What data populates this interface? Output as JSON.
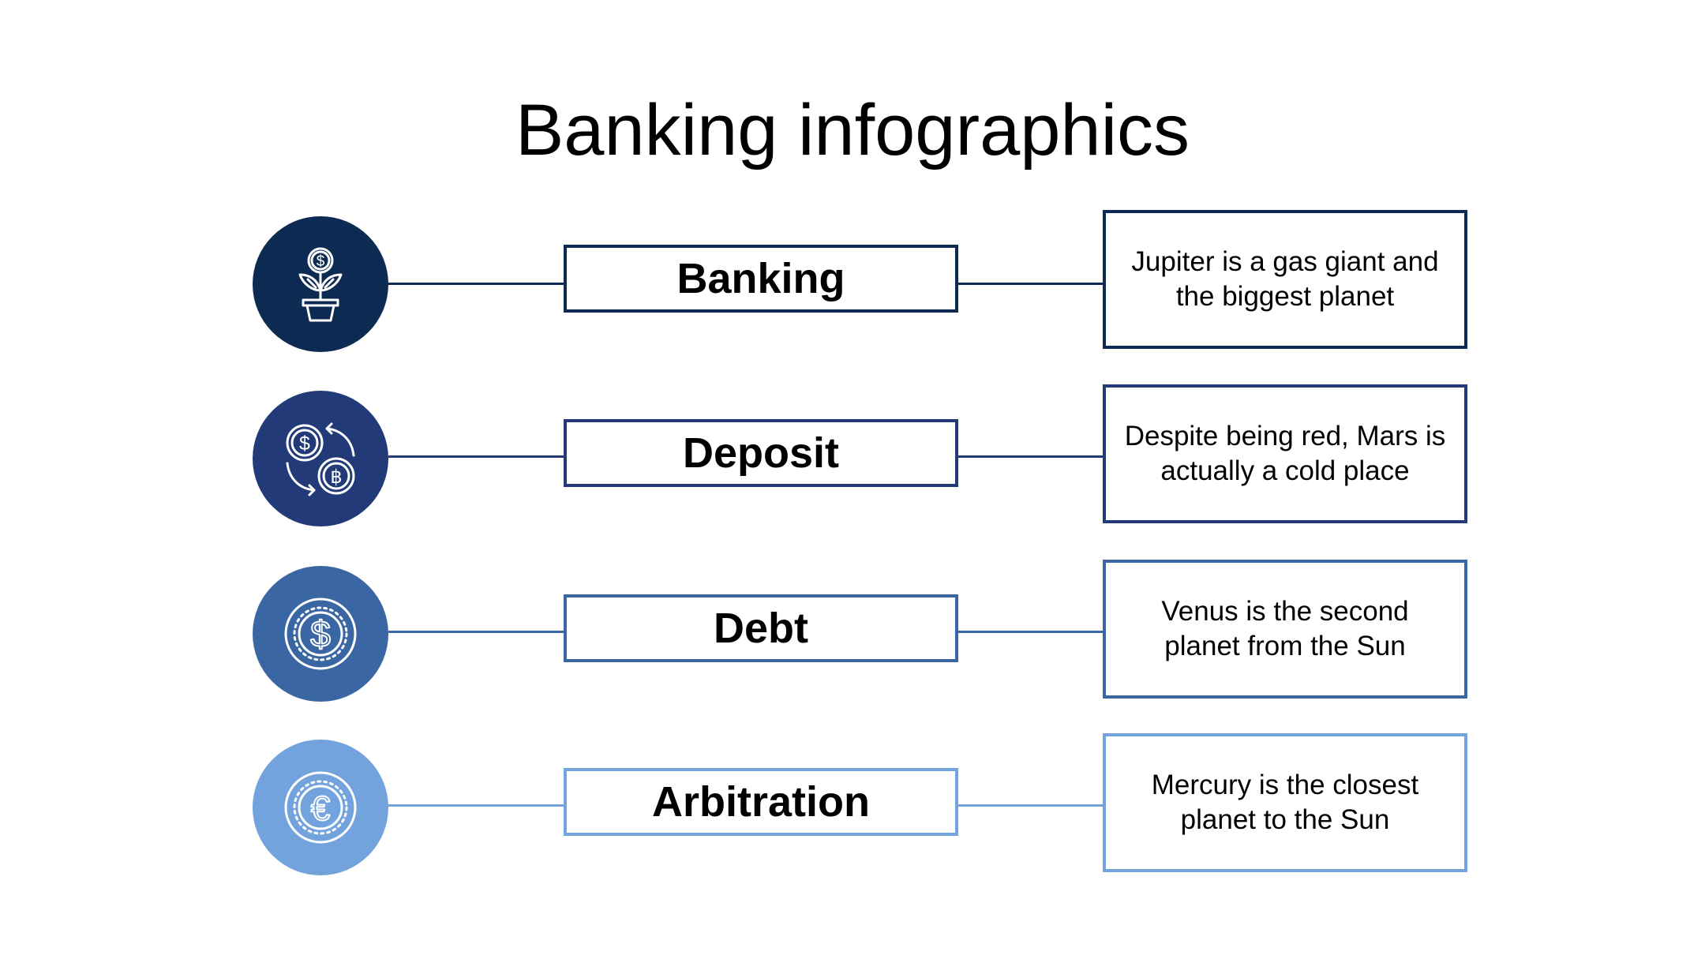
{
  "title": "Banking infographics",
  "rows": [
    {
      "icon": "money-plant-icon",
      "color": "#0c2a52",
      "label": "Banking",
      "description": "Jupiter is a gas giant and the biggest planet"
    },
    {
      "icon": "currency-exchange-icon",
      "color": "#223a78",
      "label": "Deposit",
      "description": "Despite being red, Mars is actually a cold place"
    },
    {
      "icon": "dollar-coin-icon",
      "color": "#3a67a3",
      "label": "Debt",
      "description": "Venus is the second planet from the Sun"
    },
    {
      "icon": "euro-coin-icon",
      "color": "#72a3dc",
      "label": "Arbitration",
      "description": "Mercury is the closest planet to the Sun"
    }
  ]
}
